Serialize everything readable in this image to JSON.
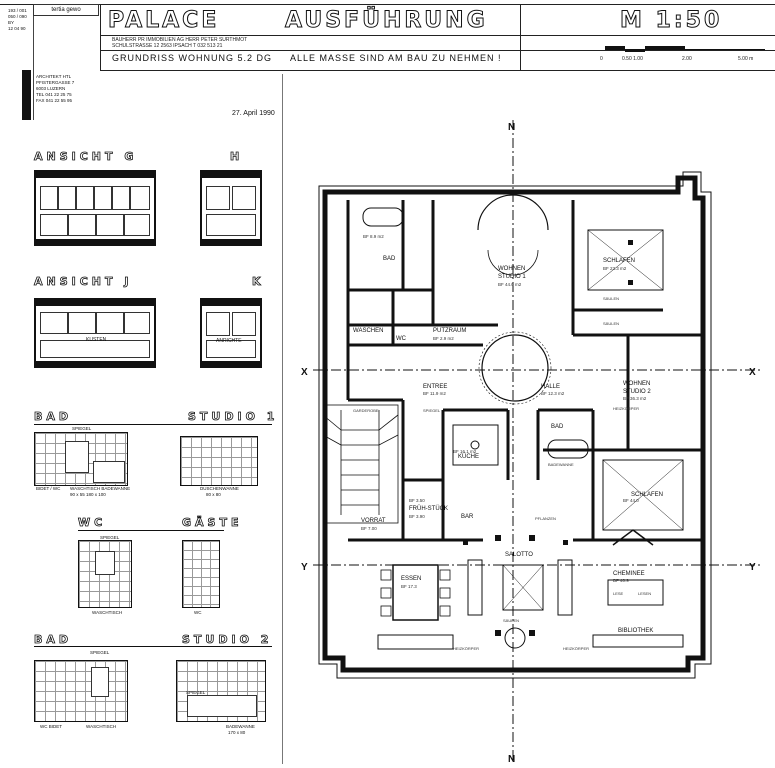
{
  "header": {
    "stamp_logo": "tertia gewo",
    "stamp_lines": [
      "193 / 001",
      "050 / 090",
      "BY",
      "12 04 90"
    ],
    "title_left": "PALACE",
    "title_right": "AUSFÜHRUNG",
    "scale": "M 1:50",
    "client_lines": [
      "BAUHERR  PR IMMOBILIEN AG  HERR PETER SURTHMOT",
      "SCHULSTRASSE 12   2563 IPSACH   T 032 513 21"
    ],
    "subtitle": "GRUNDRISS WOHNUNG 5.2 DG",
    "note": "ALLE MASSE SIND AM BAU ZU NEHMEN !",
    "scale_ticks": [
      "0",
      "0.50 1.00",
      "2.00",
      "5.00 m"
    ]
  },
  "architect": {
    "lines": [
      "ARCHITEKT  HTL",
      "PFISTERGASSE 7",
      "6003   LUZERN",
      "TEL  041 22 25 75",
      "FAX  041 22 55 95"
    ],
    "date": "27. April 1990"
  },
  "views": {
    "g_label": "ANSICHT  G",
    "h_label": "H",
    "j_label": "ANSICHT  J",
    "k_label": "K",
    "bad1_left": "BAD",
    "bad1_right": "STUDIO 1",
    "wc_left": "WC",
    "wc_right": "GÄSTE",
    "bad2_left": "BAD",
    "bad2_right": "STUDIO 2",
    "j_kusten": "KUSTEN",
    "k_anrichte": "ANRICHTE",
    "bad1_labels": [
      "SPIEGEL",
      "BIDET / WC",
      "WASCHTISCH BADEWANNE",
      "90 x 55   180 x 100",
      "DUSCHENWANNE",
      "80 x 80"
    ],
    "wc_labels": [
      "SPIEGEL",
      "WASCHTISCH",
      "WC"
    ],
    "bad2_labels": [
      "SPIEGEL",
      "WC  BIDET",
      "WASCHTISCH",
      "BADEWANNE",
      "170 x 80",
      "SPIEGEL"
    ]
  },
  "plan": {
    "section_marks": [
      "N",
      "N",
      "X",
      "X",
      "Y",
      "Y"
    ],
    "rooms": [
      "BAD",
      "WOHNEN",
      "STUDIO 1",
      "SCHLAFEN",
      "WASCHEN",
      "WC",
      "PUTZRAUM",
      "ENTREE",
      "HALLE",
      "WOHNEN",
      "STUDIO 2",
      "KÜCHE",
      "BAD",
      "SCHLAFEN",
      "VORRAT",
      "FRÜH-STÜCK",
      "BAR",
      "SALOTTO",
      "ESSEN",
      "CHEMINEE",
      "BIBLIOTHEK"
    ],
    "areas": [
      "BF 8.9 m2",
      "BF 44.0 m2",
      "BF 23.3 m2",
      "BF 2.9 m2",
      "BF 11.9 m2",
      "BF 12.3 m2",
      "BF 36.3 m2",
      "BF 16.1 m2",
      "BF 3.50",
      "BF 7.00",
      "BF 3.90",
      "BF 17.3",
      "BF 40.9",
      "BF 44.0"
    ],
    "details": [
      "HEIZKÖRPER",
      "HEIZKÖRPER",
      "HEIZKÖRPER",
      "SÄULEN",
      "SÄULEN",
      "SÄULEN",
      "GARDEROBE",
      "SPIEGEL",
      "BADEWANNE",
      "LESE",
      "LESEN",
      "PFLANZEN"
    ]
  }
}
